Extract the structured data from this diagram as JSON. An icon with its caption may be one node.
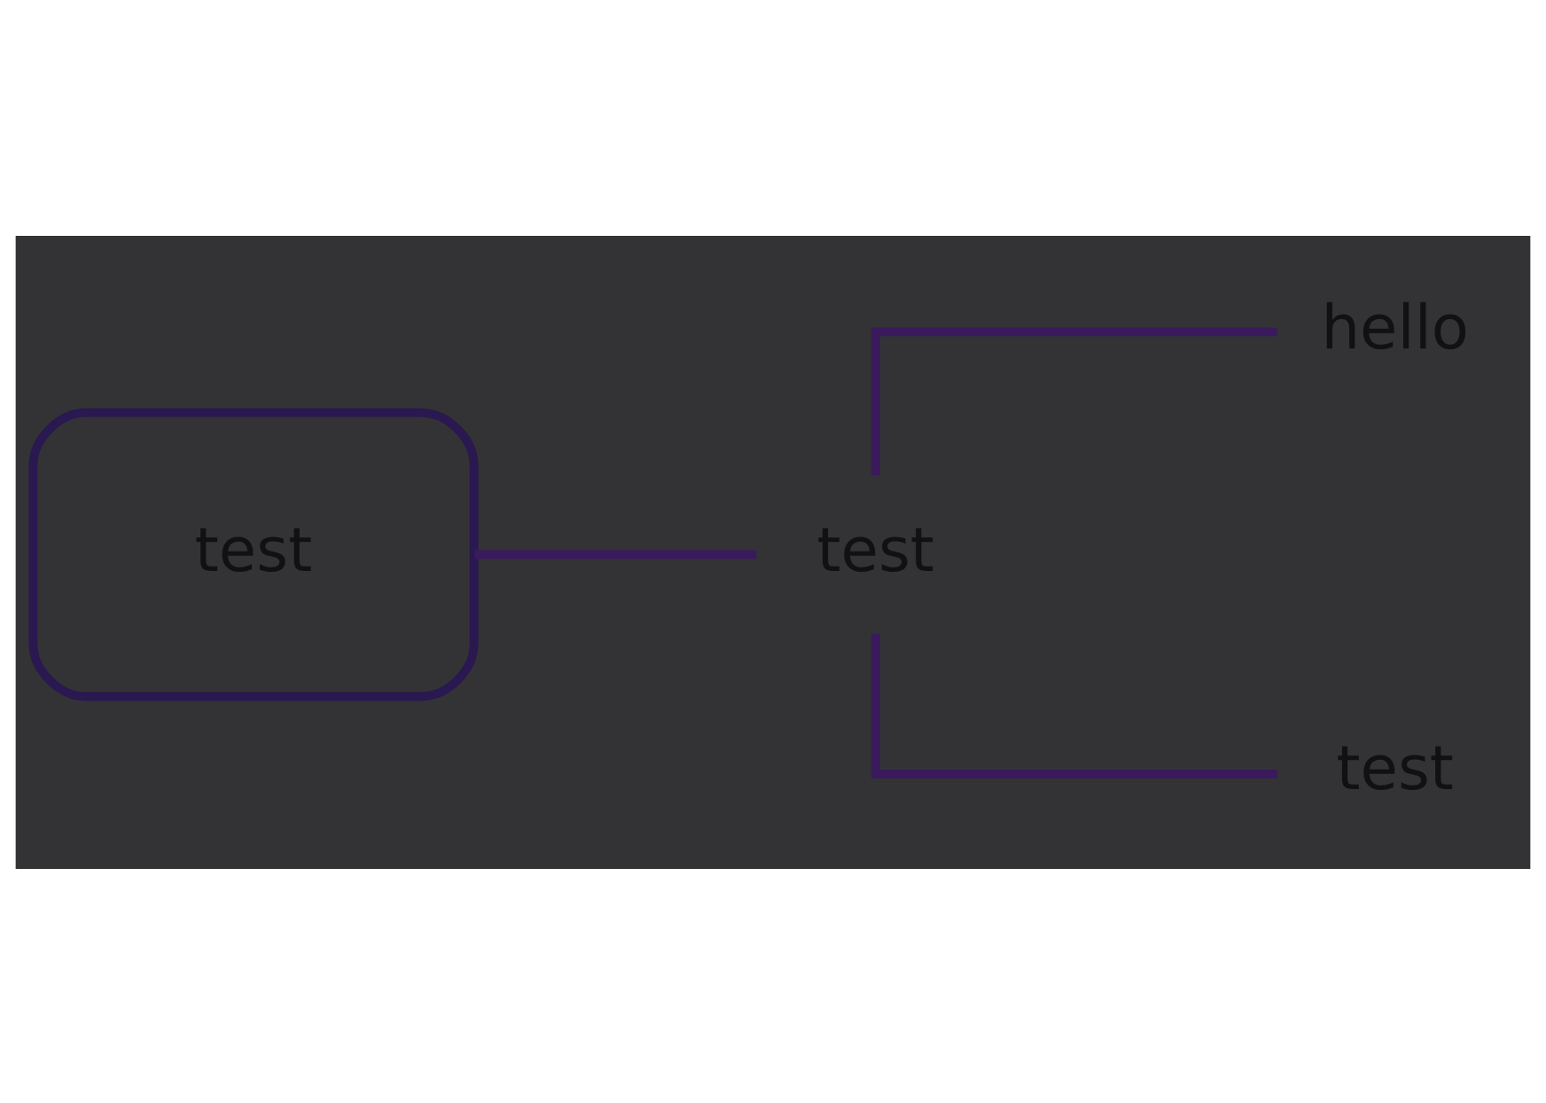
{
  "diagram": {
    "nodes": [
      {
        "text": [
          "test"
        ]
      },
      {
        "text": [
          "test"
        ]
      },
      {
        "text": [
          "hello"
        ]
      },
      {
        "text": [
          "test"
        ]
      }
    ],
    "edges": [
      {
        "from": 0,
        "to": 1,
        "arrow": "none"
      },
      {
        "from": 1,
        "to": 2,
        "arrow": "none"
      },
      {
        "from": 1,
        "to": 3,
        "arrow": "none"
      }
    ]
  }
}
